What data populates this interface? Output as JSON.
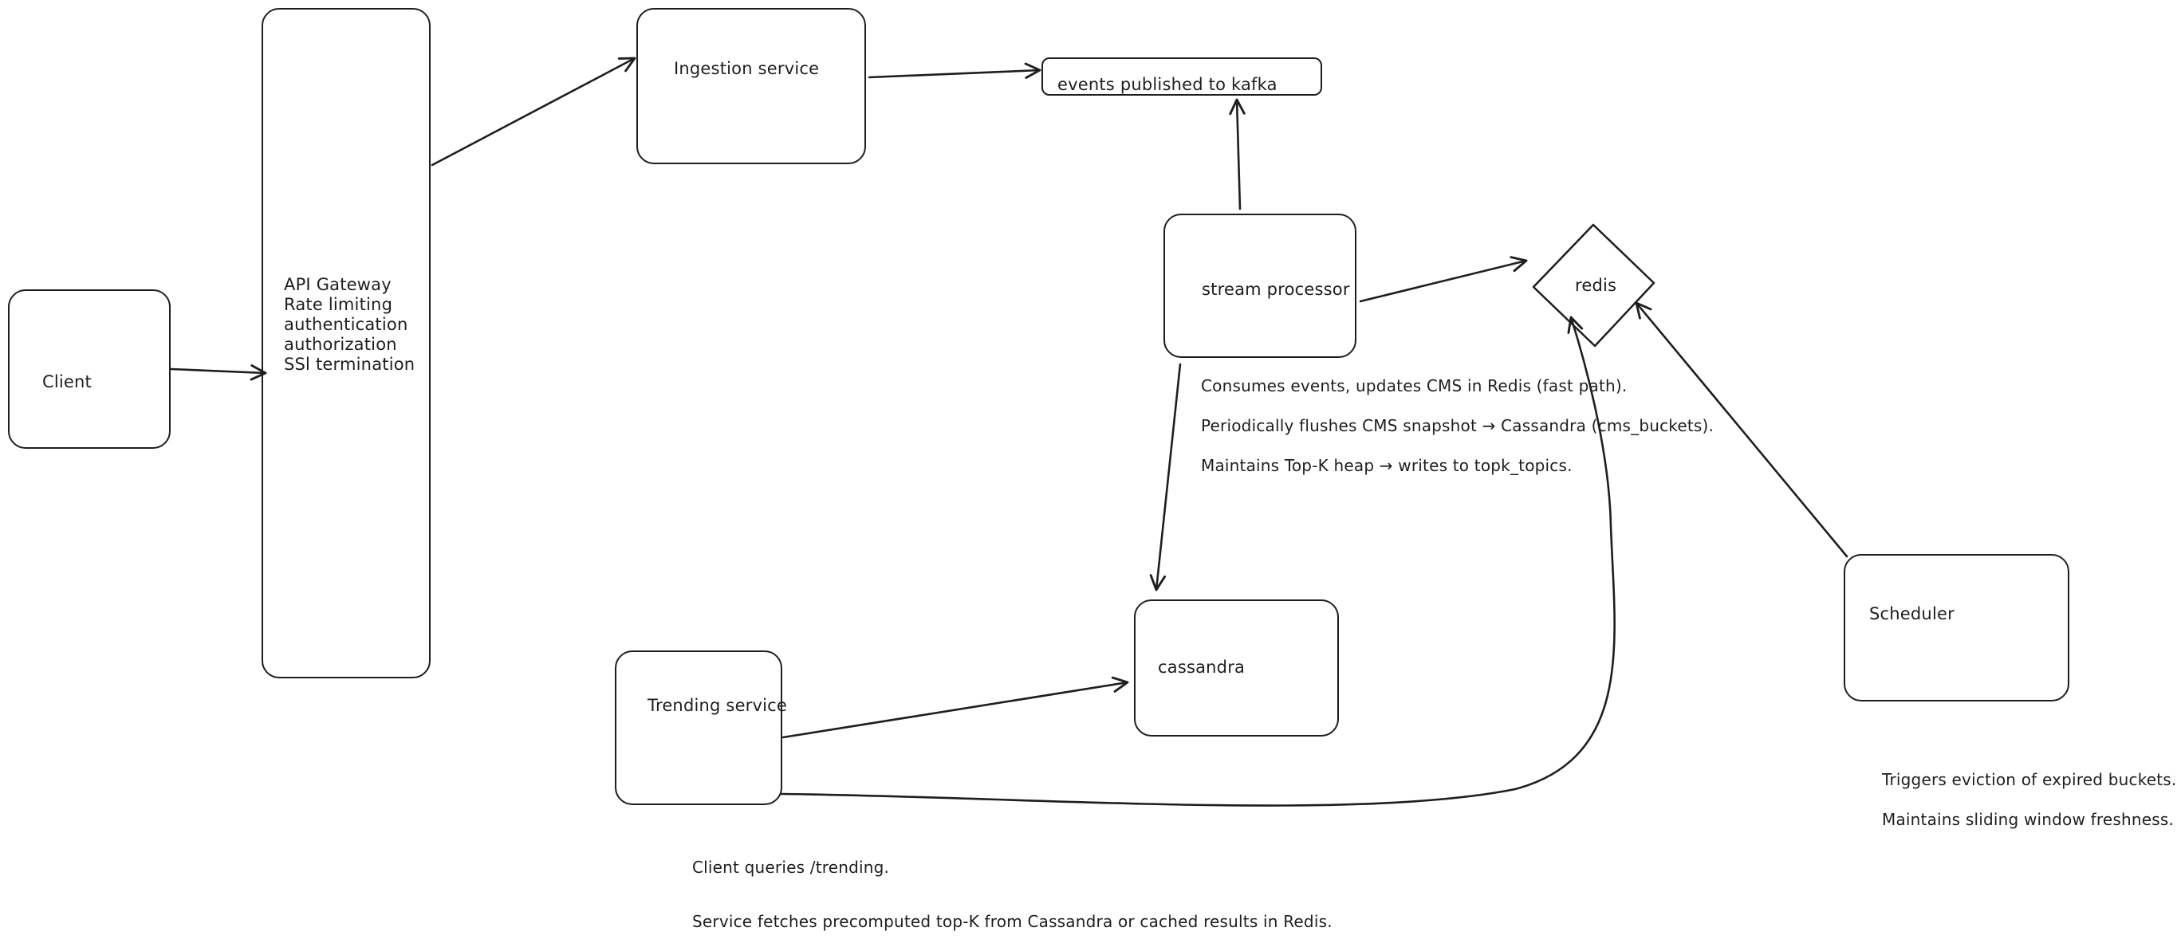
{
  "nodes": {
    "client": "Client",
    "api_gateway": [
      "API Gateway",
      "Rate limiting",
      "authentication",
      "authorization",
      "SSl termination"
    ],
    "ingestion_service": "Ingestion service",
    "kafka": "events published to kafka",
    "stream_processor": "stream processor",
    "redis": "redis",
    "cassandra": "cassandra",
    "trending_service": "Trending service",
    "scheduler": "Scheduler"
  },
  "notes": {
    "stream_processor": [
      "Consumes events, updates CMS in Redis (fast path).",
      "Periodically flushes CMS snapshot → Cassandra (cms_buckets).",
      "Maintains Top-K heap → writes to topk_topics."
    ],
    "scheduler": [
      "Triggers eviction of expired buckets.",
      "Maintains sliding window freshness."
    ],
    "trending_service": [
      "Client queries /trending.",
      "Service fetches precomputed top-K from Cassandra or cached results in Redis."
    ]
  }
}
